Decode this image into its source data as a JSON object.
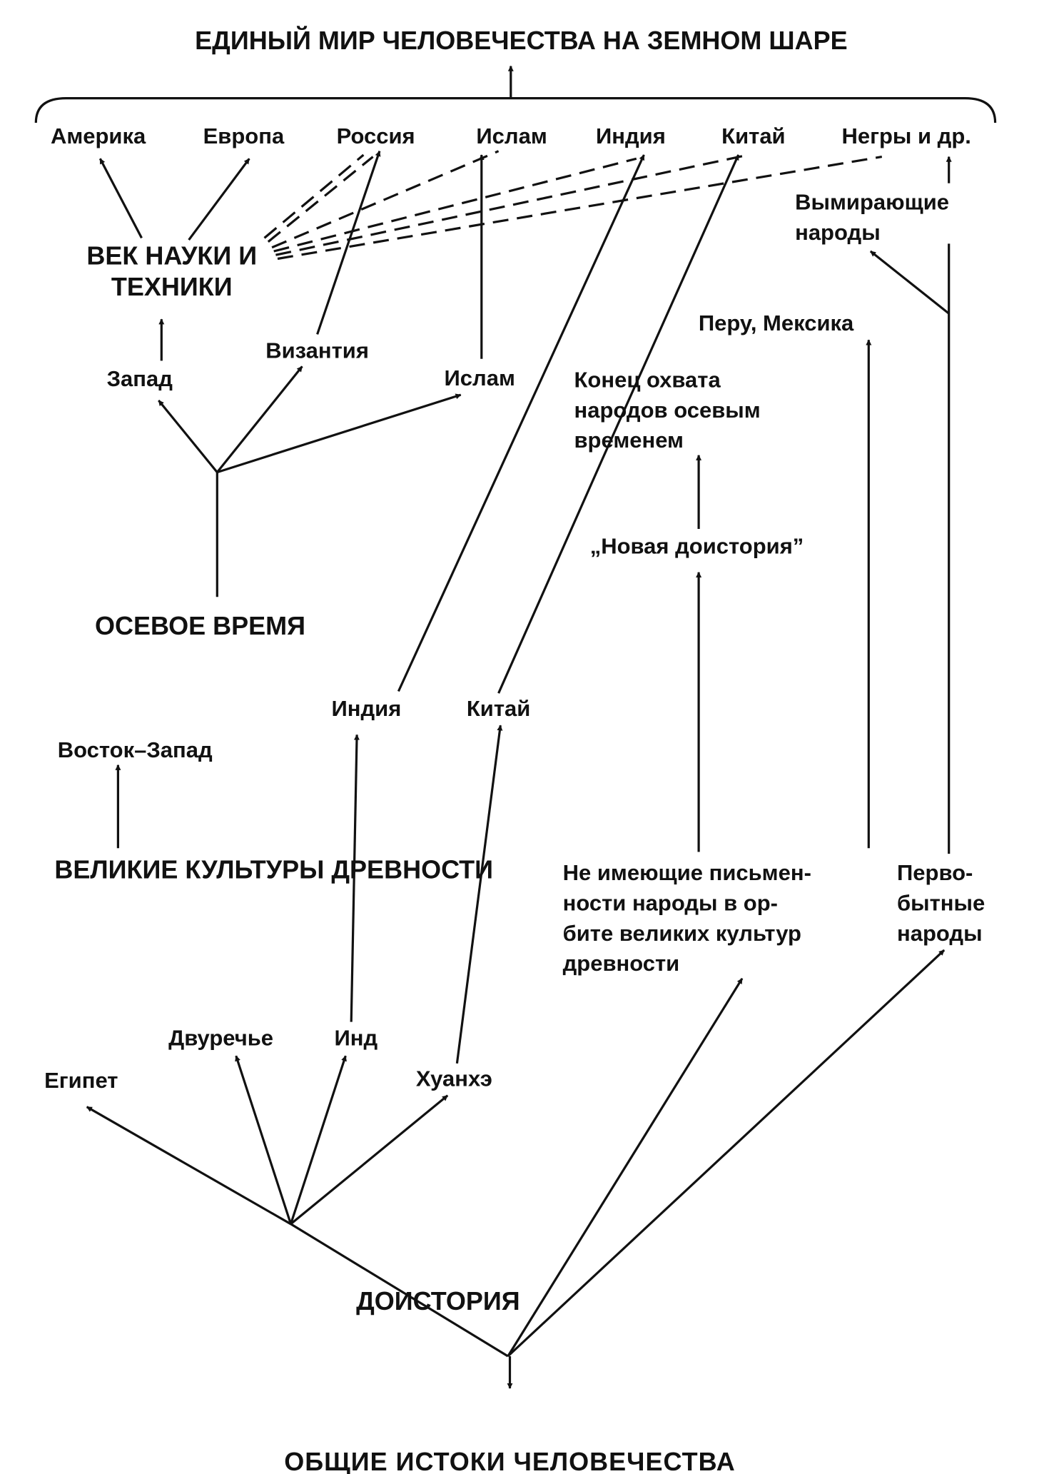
{
  "diagram": {
    "title": "ЕДИНЫЙ МИР ЧЕЛОВЕЧЕСТВА НА ЗЕМНОМ ШАРЕ",
    "bottom_title": "ОБЩИЕ ИСТОКИ ЧЕЛОВЕЧЕСТВА",
    "top_row": [
      "Америка",
      "Европа",
      "Россия",
      "Ислам",
      "Индия",
      "Китай",
      "Негры и др."
    ],
    "labels": {
      "science_age": [
        "ВЕК НАУКИ И",
        "ТЕХНИКИ"
      ],
      "dying_peoples": [
        "Вымирающие",
        "народы"
      ],
      "peru_mexico": "Перу, Мексика",
      "west": "Запад",
      "byzantium": "Византия",
      "islam": "Ислам",
      "end_of_axial": [
        "Конец охвата",
        "народов осевым",
        "временем"
      ],
      "new_prehistory": "„Новая доистория”",
      "axial_age": "ОСЕВОЕ ВРЕМЯ",
      "india": "Индия",
      "china": "Китай",
      "east_west": "Восток–Запад",
      "great_cultures": "ВЕЛИКИЕ КУЛЬТУРЫ ДРЕВНОСТИ",
      "nonliterate": [
        "Не имеющие письмен-",
        "ности народы в ор-",
        "бите великих культур",
        "древности"
      ],
      "primitive": [
        "Перво-",
        "бытные",
        "народы"
      ],
      "mesopotamia": "Двуречье",
      "indus": "Инд",
      "egypt": "Египет",
      "huanghe": "Хуанхэ",
      "prehistory": "ДОИСТОРИЯ"
    }
  }
}
